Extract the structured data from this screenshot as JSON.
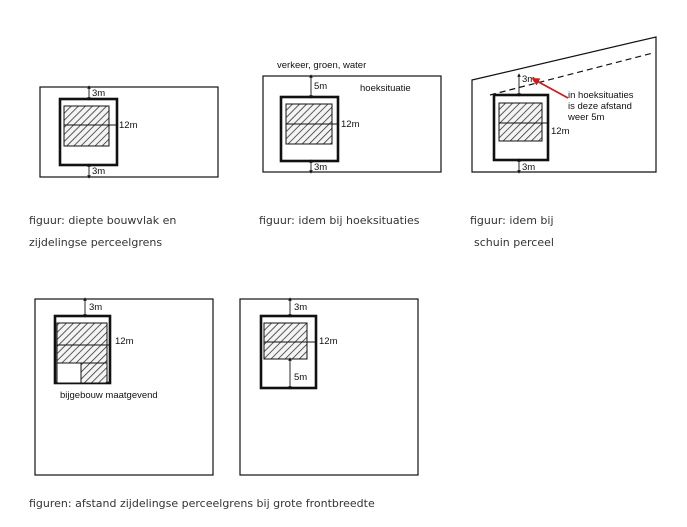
{
  "figures": [
    {
      "labels": {
        "top": "3m",
        "right": "12m",
        "bottom": "3m"
      },
      "caption": [
        "figuur: diepte bouwvlak en",
        "zijdelingse perceelgrens"
      ]
    },
    {
      "labels": {
        "road": "verkeer, groen, water",
        "corner": "hoeksituatie",
        "top": "5m",
        "right": "12m",
        "bottom": "3m"
      },
      "caption": [
        "figuur: idem bij hoeksituaties"
      ]
    },
    {
      "labels": {
        "top": "3m",
        "right": "12m",
        "bottom": "3m",
        "note": [
          "in hoeksituaties",
          "is deze afstand",
          "weer 5m"
        ]
      },
      "caption": [
        "figuur: idem bij",
        "schuin perceel"
      ]
    },
    {
      "labels": {
        "top": "3m",
        "right": "12m",
        "annex": "bijgebouw maatgevend"
      }
    },
    {
      "labels": {
        "top": "3m",
        "right": "12m",
        "bottom": "5m"
      }
    }
  ],
  "bottom_caption": "figuren: afstand zijdelingse perceelgrens bij grote frontbreedte",
  "colors": {
    "line": "#111111",
    "hatch": "#333333",
    "red_arrow": "#d01818"
  }
}
